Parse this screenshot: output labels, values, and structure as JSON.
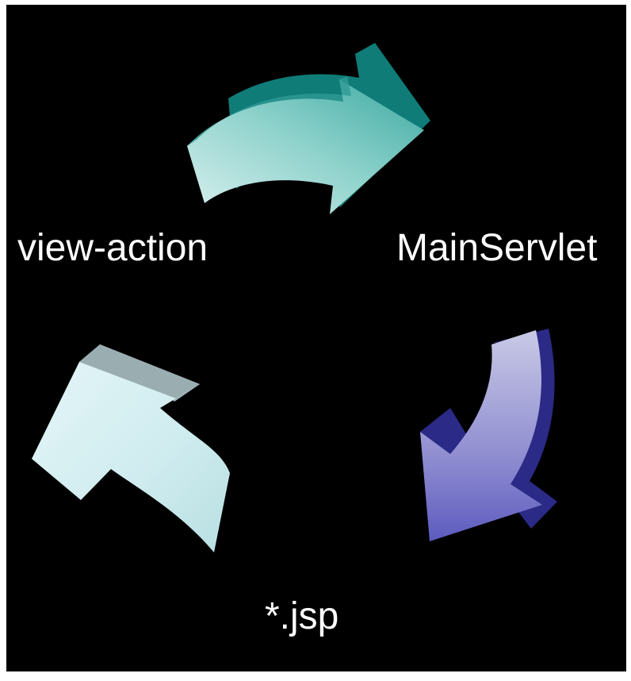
{
  "diagram": {
    "nodes": [
      {
        "id": "view-action",
        "label": "view-action"
      },
      {
        "id": "mainservlet",
        "label": "MainServlet"
      },
      {
        "id": "jsp",
        "label": "*.jsp"
      }
    ],
    "edges": [
      {
        "from": "view-action",
        "to": "mainservlet",
        "icon": "curved-arrow-icon",
        "color": "#5fc0b8"
      },
      {
        "from": "mainservlet",
        "to": "jsp",
        "icon": "curved-arrow-icon",
        "color": "#6a68c0"
      },
      {
        "from": "jsp",
        "to": "view-action",
        "icon": "curved-arrow-icon",
        "color": "#c8e6e8"
      }
    ]
  },
  "colors": {
    "background": "#000000",
    "text": "#ffffff"
  }
}
